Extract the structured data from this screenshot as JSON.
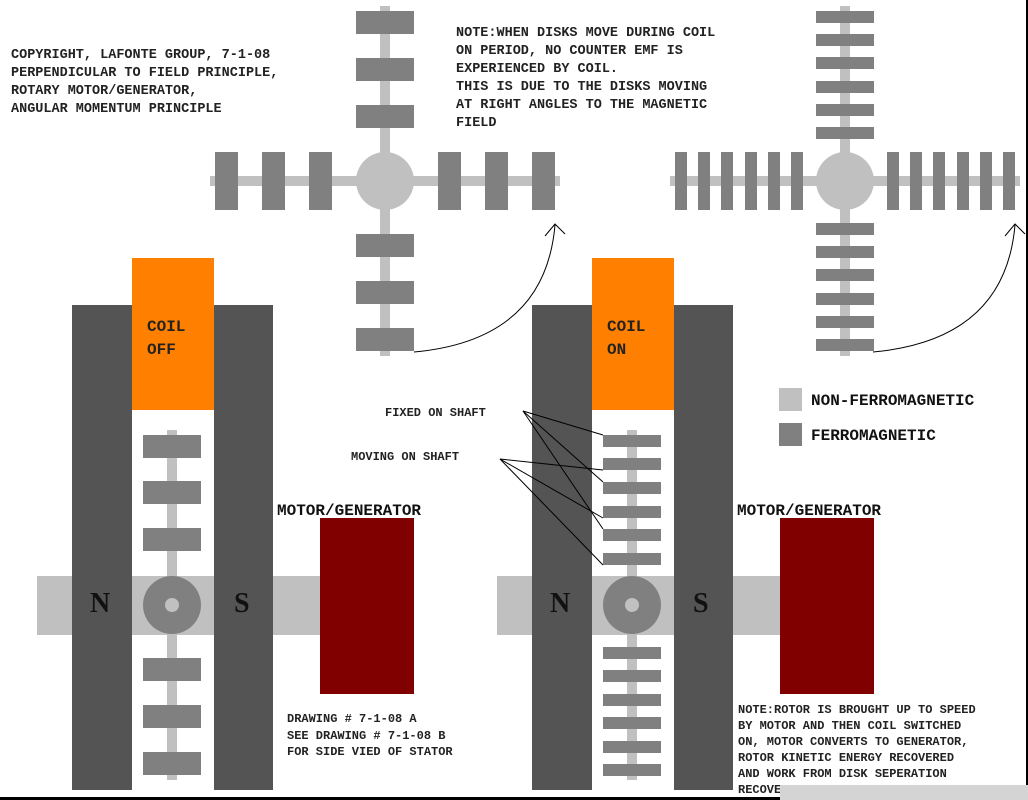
{
  "header_note": [
    "COPYRIGHT, LAFONTE GROUP, 7-1-08",
    "PERPENDICULAR TO FIELD PRINCIPLE,",
    "ROTARY MOTOR/GENERATOR,",
    "ANGULAR MOMENTUM PRINCIPLE"
  ],
  "top_note": [
    "NOTE:WHEN DISKS MOVE DURING COIL",
    "ON PERIOD, NO COUNTER EMF IS",
    "EXPERIENCED BY COIL.",
    "THIS IS DUE TO THE DISKS MOVING",
    "AT RIGHT ANGLES TO THE MAGNETIC",
    "FIELD"
  ],
  "left_assembly": {
    "coil_line1": "COIL",
    "coil_line2": "OFF",
    "north": "N",
    "south": "S",
    "motor_label": "MOTOR/GENERATOR",
    "drawing_note": [
      "DRAWING # 7-1-08 A",
      "SEE DRAWING # 7-1-08 B",
      "FOR SIDE VIED OF STATOR"
    ]
  },
  "right_assembly": {
    "coil_line1": "COIL",
    "coil_line2": "ON",
    "north": "N",
    "south": "S",
    "motor_label": "MOTOR/GENERATOR",
    "fixed_label": "FIXED ON SHAFT",
    "moving_label": "MOVING ON SHAFT",
    "rotor_note": [
      "NOTE:ROTOR IS BROUGHT UP TO SPEED",
      "BY MOTOR AND THEN COIL SWITCHED",
      "ON, MOTOR CONVERTS TO GENERATOR,",
      "ROTOR KINETIC ENERGY RECOVERED",
      "AND WORK FROM DISK SEPERATION",
      "RECOVE"
    ]
  },
  "legend": {
    "non_ferro": "NON-FERROMAGNETIC",
    "ferro": "FERROMAGNETIC"
  },
  "colors": {
    "magnet": "#545454",
    "coil": "#ff8000",
    "disk": "#808080",
    "shaft": "#c0c0c0",
    "motor": "#800000"
  }
}
